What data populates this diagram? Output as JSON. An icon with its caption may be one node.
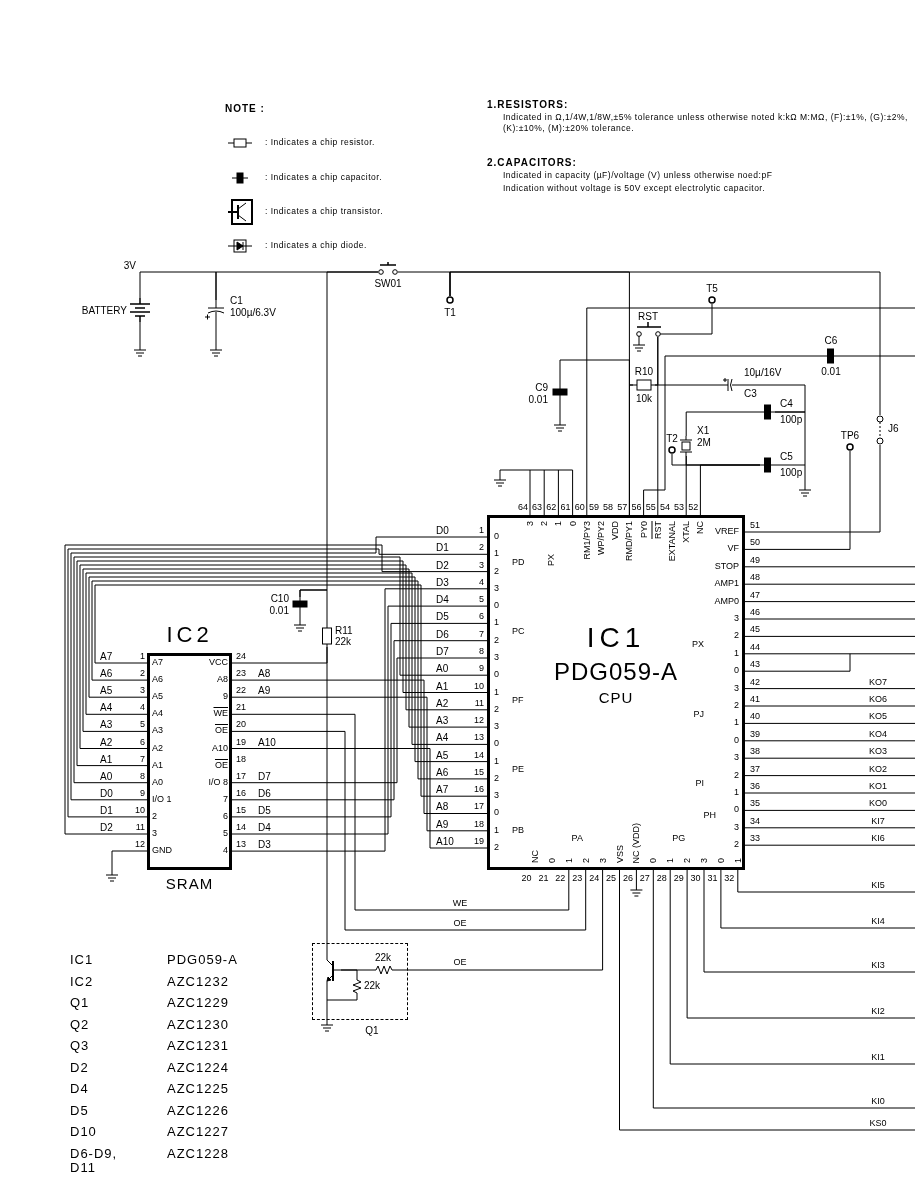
{
  "diagram": {
    "nodes": [
      {
        "text": [
          "BATTERY"
        ]
      },
      {
        "text": [
          "C1",
          "100µ/6.3V"
        ]
      },
      {
        "text": [
          "SW01"
        ]
      },
      {
        "text": [
          "T1"
        ]
      },
      {
        "text": [
          "T5"
        ]
      },
      {
        "text": [
          "RST"
        ]
      },
      {
        "text": [
          "C9",
          "0.01"
        ]
      },
      {
        "text": [
          "R10",
          "10k"
        ]
      },
      {
        "text": [
          "10µ/16V",
          "C3"
        ]
      },
      {
        "text": [
          "C6",
          "0.01"
        ]
      },
      {
        "text": [
          "C4",
          "100p"
        ]
      },
      {
        "text": [
          "X1",
          "2M"
        ]
      },
      {
        "text": [
          "T2"
        ]
      },
      {
        "text": [
          "C5",
          "100p"
        ]
      },
      {
        "text": [
          "TP6"
        ]
      },
      {
        "text": [
          "J6"
        ]
      },
      {
        "text": [
          "IC1",
          "PDG059-A",
          "CPU",
          "0",
          "1",
          "2",
          "3",
          "PD",
          "0",
          "1",
          "2",
          "3",
          "PC",
          "0",
          "1",
          "2",
          "3",
          "PF",
          "0",
          "1",
          "2",
          "3",
          "PE",
          "0",
          "1",
          "2",
          "PB",
          "3",
          "2",
          "1",
          "0",
          "PX",
          "RM1/PY3",
          "WP/PY2",
          "VDD",
          "RMD/PY1",
          "PY0",
          "RST",
          "EXTANAL",
          "XTAL",
          "NC",
          "VREF",
          "VF",
          "STOP",
          "AMP1",
          "AMP0",
          "PX",
          "3",
          "2",
          "1",
          "0",
          "PJ",
          "3",
          "2",
          "1",
          "0",
          "PI",
          "3",
          "2",
          "1",
          "0",
          "PH",
          "3",
          "2",
          "NC",
          "PA",
          "0",
          "1",
          "2",
          "3",
          "VSS",
          "NC (VDD)",
          "PG",
          "0",
          "1",
          "2",
          "3",
          "0",
          "1"
        ]
      },
      {
        "text": [
          "IC2",
          "SRAM",
          "A7",
          "A6",
          "A5",
          "A4",
          "A3",
          "A2",
          "A1",
          "A0",
          "I/O 1",
          "2",
          "3",
          "GND",
          "VCC",
          "A8",
          "9",
          "WE",
          "OE",
          "A10",
          "OE",
          "I/O 8",
          "7",
          "6",
          "5",
          "4"
        ]
      },
      {
        "text": [
          "C10",
          "0.01"
        ]
      },
      {
        "text": [
          "R11",
          "22k"
        ]
      },
      {
        "text": [
          "Q1"
        ]
      },
      {
        "text": [],
        "shape": "transistor",
        "in": 20
      },
      {
        "text": [
          "22k"
        ],
        "in": 20
      },
      {
        "text": [
          "22k"
        ],
        "in": 20
      }
    ],
    "edges": [
      {
        "from": 0,
        "to": 1,
        "arrow": "none"
      },
      {
        "from": 1,
        "to": 2,
        "arrow": "none"
      },
      {
        "from": 2,
        "to": 3,
        "arrow": "none"
      },
      {
        "from": 3,
        "to": 7,
        "arrow": "none"
      },
      {
        "from": 7,
        "to": 16,
        "arrow": "none"
      },
      {
        "from": 7,
        "to": 8,
        "arrow": "none"
      },
      {
        "from": 7,
        "to": 5,
        "arrow": "none"
      },
      {
        "from": 5,
        "to": 4,
        "arrow": "none"
      },
      {
        "from": 5,
        "to": 16,
        "arrow": "none"
      },
      {
        "from": 8,
        "to": 10,
        "arrow": "none"
      },
      {
        "from": 10,
        "to": 13,
        "arrow": "none"
      },
      {
        "from": 10,
        "to": 11,
        "arrow": "none"
      },
      {
        "from": 11,
        "to": 13,
        "arrow": "none"
      },
      {
        "from": 11,
        "to": 16,
        "arrow": "none"
      },
      {
        "from": 12,
        "to": 13,
        "arrow": "none"
      },
      {
        "from": 13,
        "to": 16,
        "arrow": "none"
      },
      {
        "from": 6,
        "to": 16,
        "arrow": "none"
      },
      {
        "from": 9,
        "to": 16,
        "arrow": "none"
      },
      {
        "from": 14,
        "to": 16,
        "arrow": "none"
      },
      {
        "from": 15,
        "to": 16,
        "arrow": "none"
      },
      {
        "from": 3,
        "to": 15,
        "arrow": "none"
      },
      {
        "from": 17,
        "to": 16,
        "arrow": "none"
      },
      {
        "from": 17,
        "to": 16,
        "arrow": "none"
      },
      {
        "from": 17,
        "to": 16,
        "arrow": "none"
      },
      {
        "from": 17,
        "to": 16,
        "arrow": "none"
      },
      {
        "from": 17,
        "to": 16,
        "arrow": "none"
      },
      {
        "from": 17,
        "to": 16,
        "arrow": "none"
      },
      {
        "from": 17,
        "to": 16,
        "arrow": "none"
      },
      {
        "from": 17,
        "to": 16,
        "arrow": "none"
      },
      {
        "from": 17,
        "to": 16,
        "arrow": "none"
      },
      {
        "from": 17,
        "to": 16,
        "arrow": "none"
      },
      {
        "from": 17,
        "to": 16,
        "arrow": "none"
      },
      {
        "from": 17,
        "to": 16,
        "arrow": "none"
      },
      {
        "from": 17,
        "to": 16,
        "arrow": "none"
      },
      {
        "from": 17,
        "to": 16,
        "arrow": "none"
      },
      {
        "from": 17,
        "to": 16,
        "arrow": "none"
      },
      {
        "from": 17,
        "to": 16,
        "arrow": "none"
      },
      {
        "from": 17,
        "to": 16,
        "arrow": "none"
      },
      {
        "from": 17,
        "to": 16,
        "arrow": "none"
      },
      {
        "from": 17,
        "to": 16,
        "arrow": "none"
      },
      {
        "from": 17,
        "to": 16,
        "arrow": "none",
        "label": "WE"
      },
      {
        "from": 17,
        "to": 16,
        "arrow": "none",
        "label": "OE"
      },
      {
        "from": 22,
        "to": 16,
        "arrow": "none",
        "label": "OE"
      },
      {
        "from": 2,
        "to": 18,
        "arrow": "none"
      },
      {
        "from": 18,
        "to": 19,
        "arrow": "none"
      },
      {
        "from": 17,
        "to": 19,
        "arrow": "none"
      },
      {
        "from": 19,
        "to": 21,
        "arrow": "none"
      },
      {
        "from": 21,
        "to": 22,
        "arrow": "none"
      },
      {
        "from": 21,
        "to": 23,
        "arrow": "none"
      },
      {
        "from": 21,
        "to": 23,
        "arrow": "none"
      },
      {
        "from": 16,
        "to": null,
        "arrow": "none"
      },
      {
        "from": 9,
        "to": null,
        "arrow": "none"
      },
      {
        "from": 16,
        "to": null,
        "arrow": "none"
      },
      {
        "from": 16,
        "to": null,
        "arrow": "none"
      },
      {
        "from": 16,
        "to": null,
        "arrow": "none"
      },
      {
        "from": 16,
        "to": null,
        "arrow": "none"
      },
      {
        "from": 16,
        "to": null,
        "arrow": "none"
      },
      {
        "from": 16,
        "to": null,
        "arrow": "none"
      },
      {
        "from": 16,
        "to": null,
        "arrow": "none"
      },
      {
        "from": 16,
        "to": null,
        "arrow": "none",
        "label": "KO7"
      },
      {
        "from": 16,
        "to": null,
        "arrow": "none",
        "label": "KO6"
      },
      {
        "from": 16,
        "to": null,
        "arrow": "none",
        "label": "KO5"
      },
      {
        "from": 16,
        "to": null,
        "arrow": "none",
        "label": "KO4"
      },
      {
        "from": 16,
        "to": null,
        "arrow": "none",
        "label": "KO3"
      },
      {
        "from": 16,
        "to": null,
        "arrow": "none",
        "label": "KO2"
      },
      {
        "from": 16,
        "to": null,
        "arrow": "none",
        "label": "KO1"
      },
      {
        "from": 16,
        "to": null,
        "arrow": "none",
        "label": "KO0"
      },
      {
        "from": 16,
        "to": null,
        "arrow": "none",
        "label": "KI7"
      },
      {
        "from": 16,
        "to": null,
        "arrow": "none",
        "label": "KI6"
      },
      {
        "from": 16,
        "to": null,
        "arrow": "none",
        "label": "KI5"
      },
      {
        "from": 16,
        "to": null,
        "arrow": "none",
        "label": "KI4"
      },
      {
        "from": 16,
        "to": null,
        "arrow": "none",
        "label": "KI3"
      },
      {
        "from": 16,
        "to": null,
        "arrow": "none",
        "label": "KI2"
      },
      {
        "from": 16,
        "to": null,
        "arrow": "none",
        "label": "KI1"
      },
      {
        "from": 16,
        "to": null,
        "arrow": "none",
        "label": "KI0"
      },
      {
        "from": 16,
        "to": null,
        "arrow": "none",
        "label": "KS0"
      }
    ],
    "labels": [
      "NOTE :",
      "1.RESISTORS:",
      "Indicated in Ω,1/4W,1/8W,±5% tolerance unless otherwise noted k:kΩ M:MΩ, (F):±1%, (G):±2%, (K):±10%, (M):±20% tolerance.",
      "2.CAPACITORS:",
      "Indicated in capacity (µF)/voltage (V) unless otherwise noed:pF",
      "Indication without voltage is 50V except electrolytic capacitor.",
      "A7",
      "1",
      "A6",
      "2",
      "A5",
      "3",
      "A4",
      "4",
      "A3",
      "5",
      "A2",
      "6",
      "A1",
      "7",
      "A0",
      "8",
      "D0",
      "9",
      "D1",
      "10",
      "D2",
      "11",
      "12",
      "24",
      "23",
      "A8",
      "22",
      "A9",
      "21",
      "20",
      "19",
      "A10",
      "18",
      "17",
      "D7",
      "16",
      "D6",
      "15",
      "D5",
      "14",
      "D4",
      "13",
      "D3",
      "D0",
      "1",
      "D1",
      "2",
      "D2",
      "3",
      "D3",
      "4",
      "D4",
      "5",
      "D5",
      "6",
      "D6",
      "7",
      "D7",
      "8",
      "A0",
      "9",
      "A1",
      "10",
      "A2",
      "11",
      "A3",
      "12",
      "A4",
      "13",
      "A5",
      "14",
      "A6",
      "15",
      "A7",
      "16",
      "A8",
      "17",
      "A9",
      "18",
      "A10",
      "19",
      "64",
      "63",
      "62",
      "61",
      "60",
      "59",
      "58",
      "57",
      "56",
      "55",
      "54",
      "53",
      "52",
      "51",
      "50",
      "49",
      "48",
      "47",
      "46",
      "45",
      "44",
      "43",
      "42",
      "41",
      "40",
      "39",
      "38",
      "37",
      "36",
      "35",
      "34",
      "33",
      "20",
      "21",
      "22",
      "23",
      "24",
      "25",
      "26",
      "27",
      "28",
      "29",
      "30",
      "31",
      "32",
      "IC1",
      "PDG059-A",
      "IC2",
      "AZC1232",
      "Q1",
      "AZC1229",
      "Q2",
      "AZC1230",
      "Q3",
      "AZC1231",
      "D2",
      "AZC1224",
      "D4",
      "AZC1225",
      "D5",
      "AZC1226",
      "D10",
      "AZC1227",
      "D6-D9, D11",
      "AZC1228",
      "3V"
    ],
    "legend": [
      {
        "text": ": Indicates a chip resistor."
      },
      {
        "text": ": Indicates a chip capacitor."
      },
      {
        "text": ": Indicates a chip transistor."
      },
      {
        "text": ": Indicates a chip diode."
      }
    ]
  }
}
